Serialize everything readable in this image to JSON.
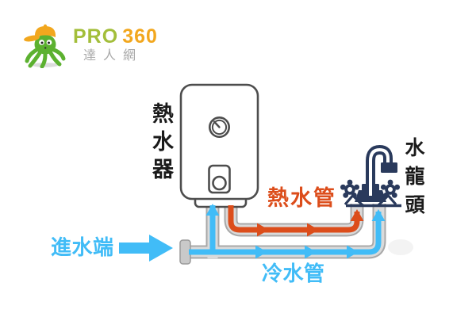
{
  "brand": {
    "name_primary": "PRO",
    "name_secondary": "360",
    "subtitle": "達人網",
    "mascot": "octopus-with-cap"
  },
  "diagram": {
    "heater_label": "熱水器",
    "faucet_label": "水龍頭",
    "hot_pipe_label": "熱水管",
    "cold_pipe_label": "冷水管",
    "inlet_label": "進水端"
  },
  "colors": {
    "cold": "#41bcf7",
    "hot": "#dc4d1b",
    "pipe_gray": "#dadada",
    "pipe_outline": "#a8a8a8",
    "outline_gray": "#4d4d4d",
    "faucet_navy": "#2a3a5c",
    "label_black": "#1a1a1a",
    "logo_green": "#5cb130",
    "logo_text_green": "#a3be3a",
    "logo_orange": "#f2a71e",
    "logo_gray": "#a9a9a9"
  }
}
